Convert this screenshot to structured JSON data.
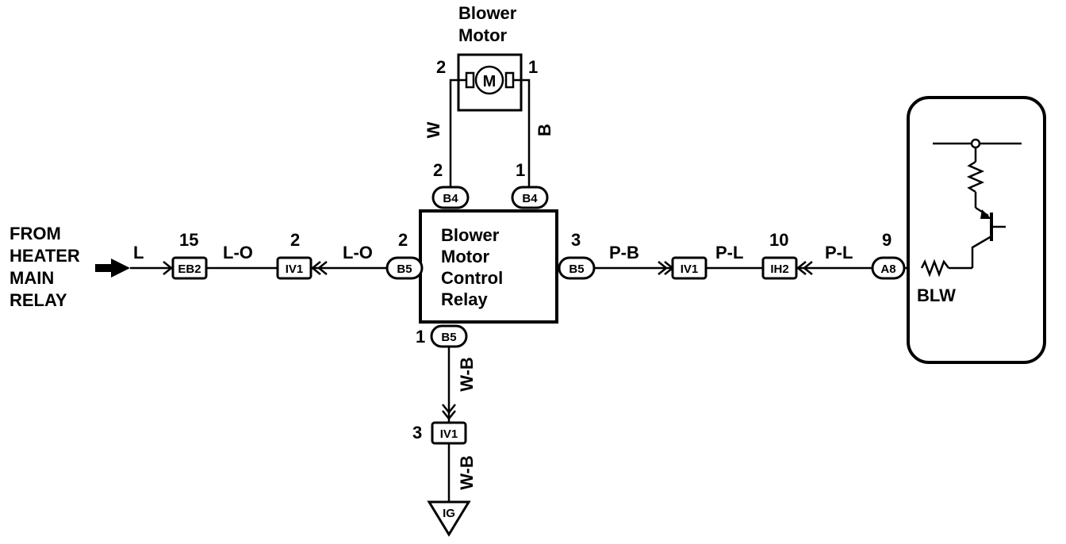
{
  "source_label": [
    "FROM",
    "HEATER",
    "MAIN",
    "RELAY"
  ],
  "motor": {
    "title": [
      "Blower",
      "Motor"
    ],
    "symbol": "M",
    "pin_left": "2",
    "pin_right": "1",
    "wire_left": "W",
    "wire_right": "B"
  },
  "relay": {
    "lines": [
      "Blower",
      "Motor",
      "Control",
      "Relay"
    ],
    "top_left_pin": "2",
    "top_left_conn": "B4",
    "top_right_pin": "1",
    "top_right_conn": "B4",
    "left_pin": "2",
    "left_conn": "B5",
    "right_pin": "3",
    "right_conn": "B5",
    "bottom_pin": "1",
    "bottom_conn": "B5"
  },
  "left_chain": {
    "wire_l": "L",
    "eb2_pin": "15",
    "eb2": "EB2",
    "wire_lo_1": "L-O",
    "iv1_pin": "2",
    "iv1": "IV1",
    "wire_lo_2": "L-O"
  },
  "right_chain": {
    "wire_pb": "P-B",
    "iv1": "IV1",
    "wire_pl_1": "P-L",
    "ih2_pin": "10",
    "ih2": "IH2",
    "wire_pl_2": "P-L",
    "a8_pin": "9",
    "a8": "A8",
    "blw": "BLW"
  },
  "bottom_chain": {
    "wire_wb_1": "W-B",
    "iv1_pin": "3",
    "iv1": "IV1",
    "wire_wb_2": "W-B",
    "ground": "IG"
  }
}
